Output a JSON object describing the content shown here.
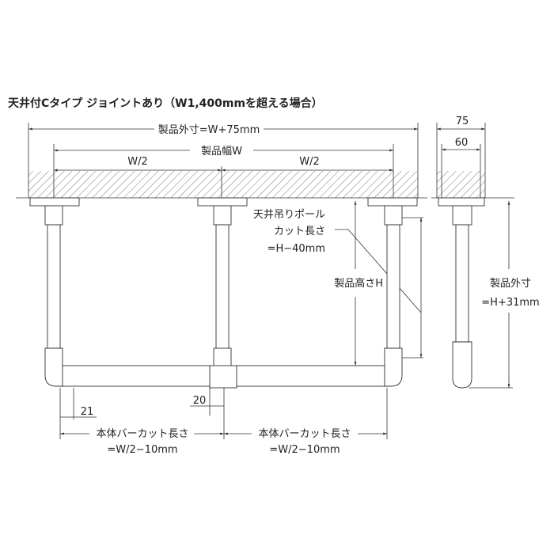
{
  "title": "天井付Cタイプ ジョイントあり（W1,400mmを超える場合）",
  "front_view": {
    "overall_width": "製品外寸=W+75mm",
    "product_width": "製品幅W",
    "half_left": "W/2",
    "half_right": "W/2",
    "pole_cut_line1": "天井吊りポール",
    "pole_cut_line2": "カット長さ",
    "pole_cut_line3": "=H−40mm",
    "product_height": "製品高さH",
    "dim_21": "21",
    "dim_20": "20",
    "bar_cut_left_line1": "本体バーカット長さ",
    "bar_cut_left_line2": "=W/2−10mm",
    "bar_cut_right_line1": "本体バーカット長さ",
    "bar_cut_right_line2": "=W/2−10mm"
  },
  "side_view": {
    "width_outer": "75",
    "width_inner": "60",
    "overall_height_line1": "製品外寸",
    "overall_height_line2": "=H+31mm"
  }
}
